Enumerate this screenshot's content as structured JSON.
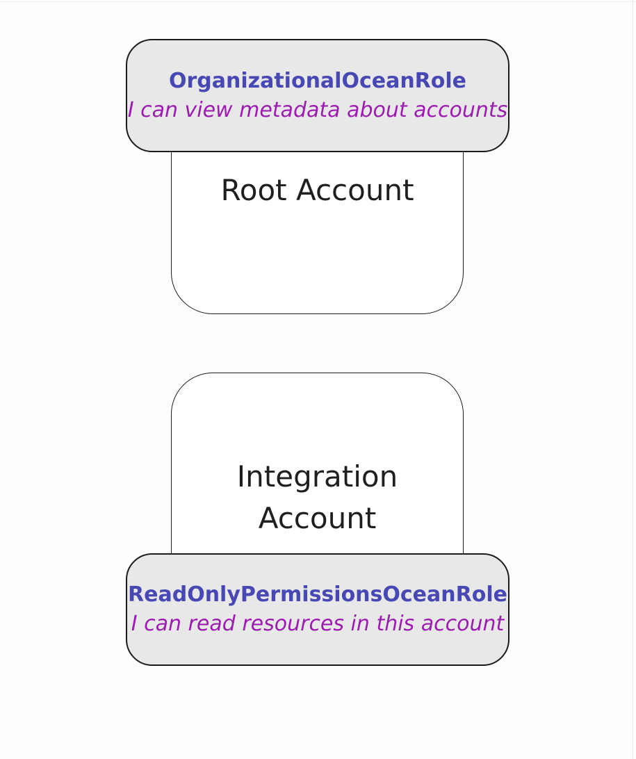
{
  "diagram": {
    "nodes": [
      {
        "id": "root-account",
        "account_label": "Root Account",
        "badge_position": "top",
        "role": {
          "name": "OrganizationalOceanRole",
          "description": "I can view metadata about accounts"
        }
      },
      {
        "id": "integration-account",
        "account_label": "Integration Account",
        "badge_position": "bottom",
        "role": {
          "name": "ReadOnlyPermissionsOceanRole",
          "description": "I can read resources in this account"
        }
      }
    ],
    "colors": {
      "role_name_text": "#4848b4",
      "role_description_text": "#9b1caf",
      "badge_fill": "#e8e8e8",
      "node_fill": "#ffffff",
      "border": "#1a1a1a",
      "account_label_text": "#1f1f1f",
      "page_background": "#fdfdfd"
    }
  }
}
